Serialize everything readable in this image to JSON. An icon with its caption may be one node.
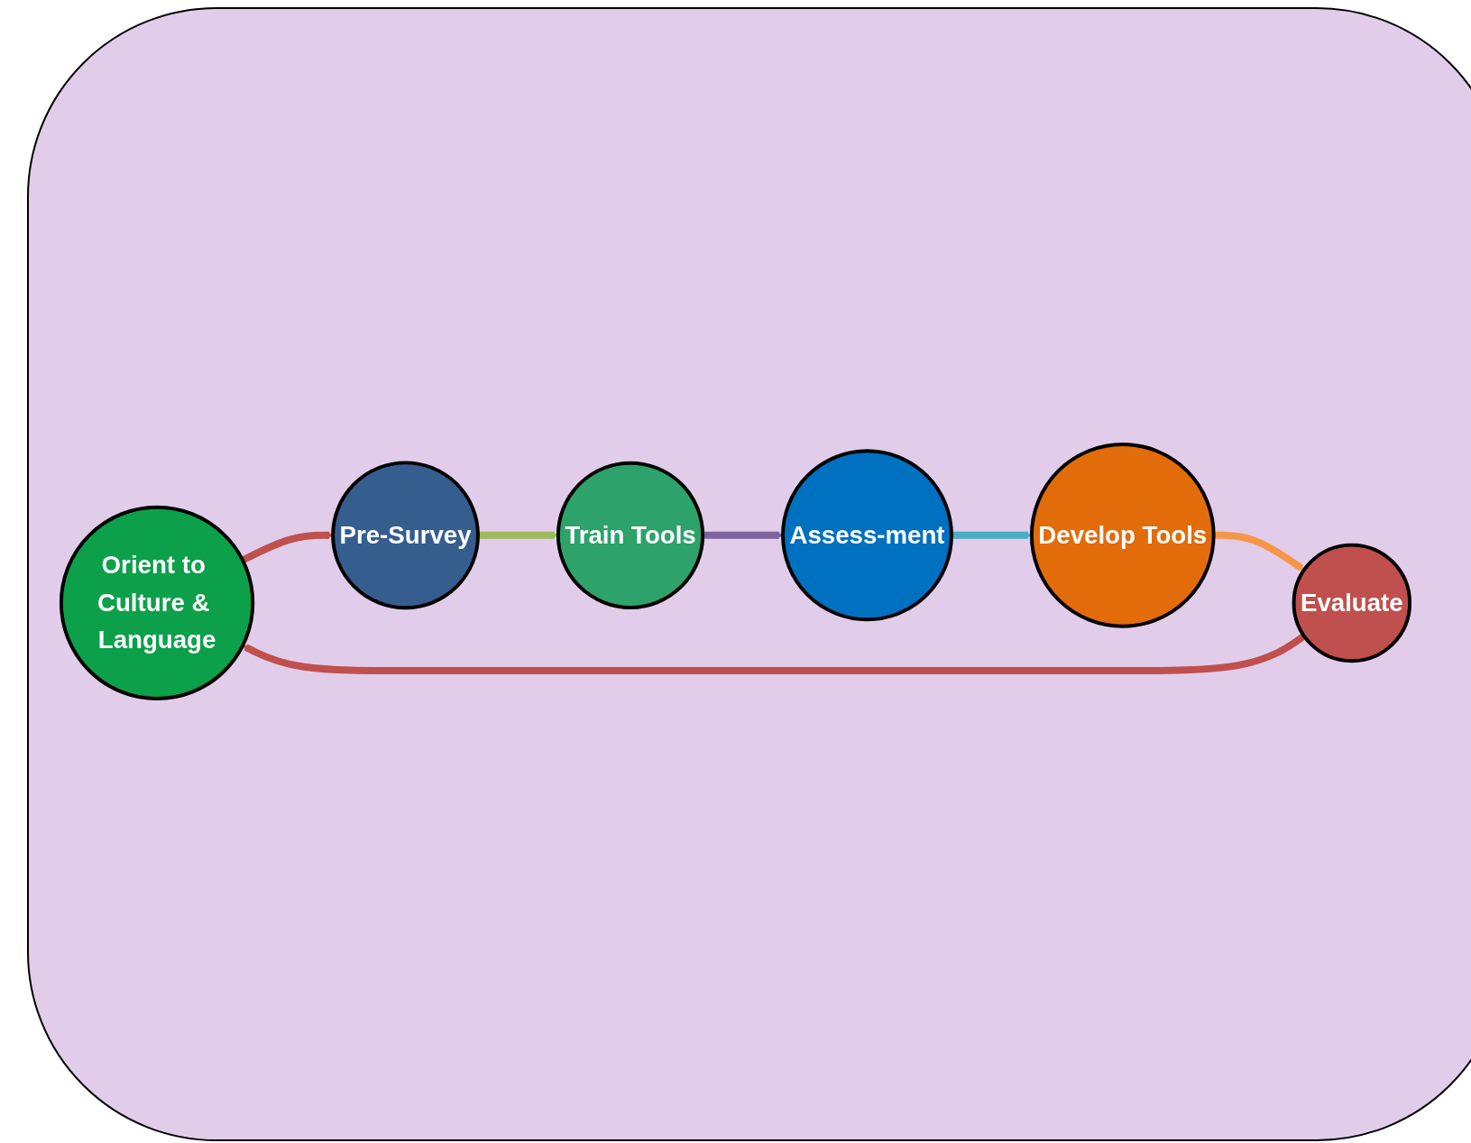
{
  "diagram": {
    "nodes": [
      {
        "text": [
          "Orient to Culture & Language"
        ]
      },
      {
        "text": [
          "Pre-Survey"
        ]
      },
      {
        "text": [
          "Train Tools"
        ]
      },
      {
        "text": [
          "Assess-ment"
        ]
      },
      {
        "text": [
          "Develop Tools"
        ]
      },
      {
        "text": [
          "Evaluate"
        ]
      }
    ],
    "edges": [
      {
        "from": 0,
        "to": 1,
        "arrow": "to",
        "color": "#c0504d"
      },
      {
        "from": 1,
        "to": 2,
        "arrow": "to",
        "color": "#9bbb59"
      },
      {
        "from": 2,
        "to": 3,
        "arrow": "to",
        "color": "#8064a2"
      },
      {
        "from": 3,
        "to": 4,
        "arrow": "to",
        "color": "#4bacc6"
      },
      {
        "from": 4,
        "to": 5,
        "arrow": "to",
        "color": "#f79646"
      },
      {
        "from": 5,
        "to": 0,
        "arrow": "to",
        "color": "#c0504d"
      }
    ]
  }
}
